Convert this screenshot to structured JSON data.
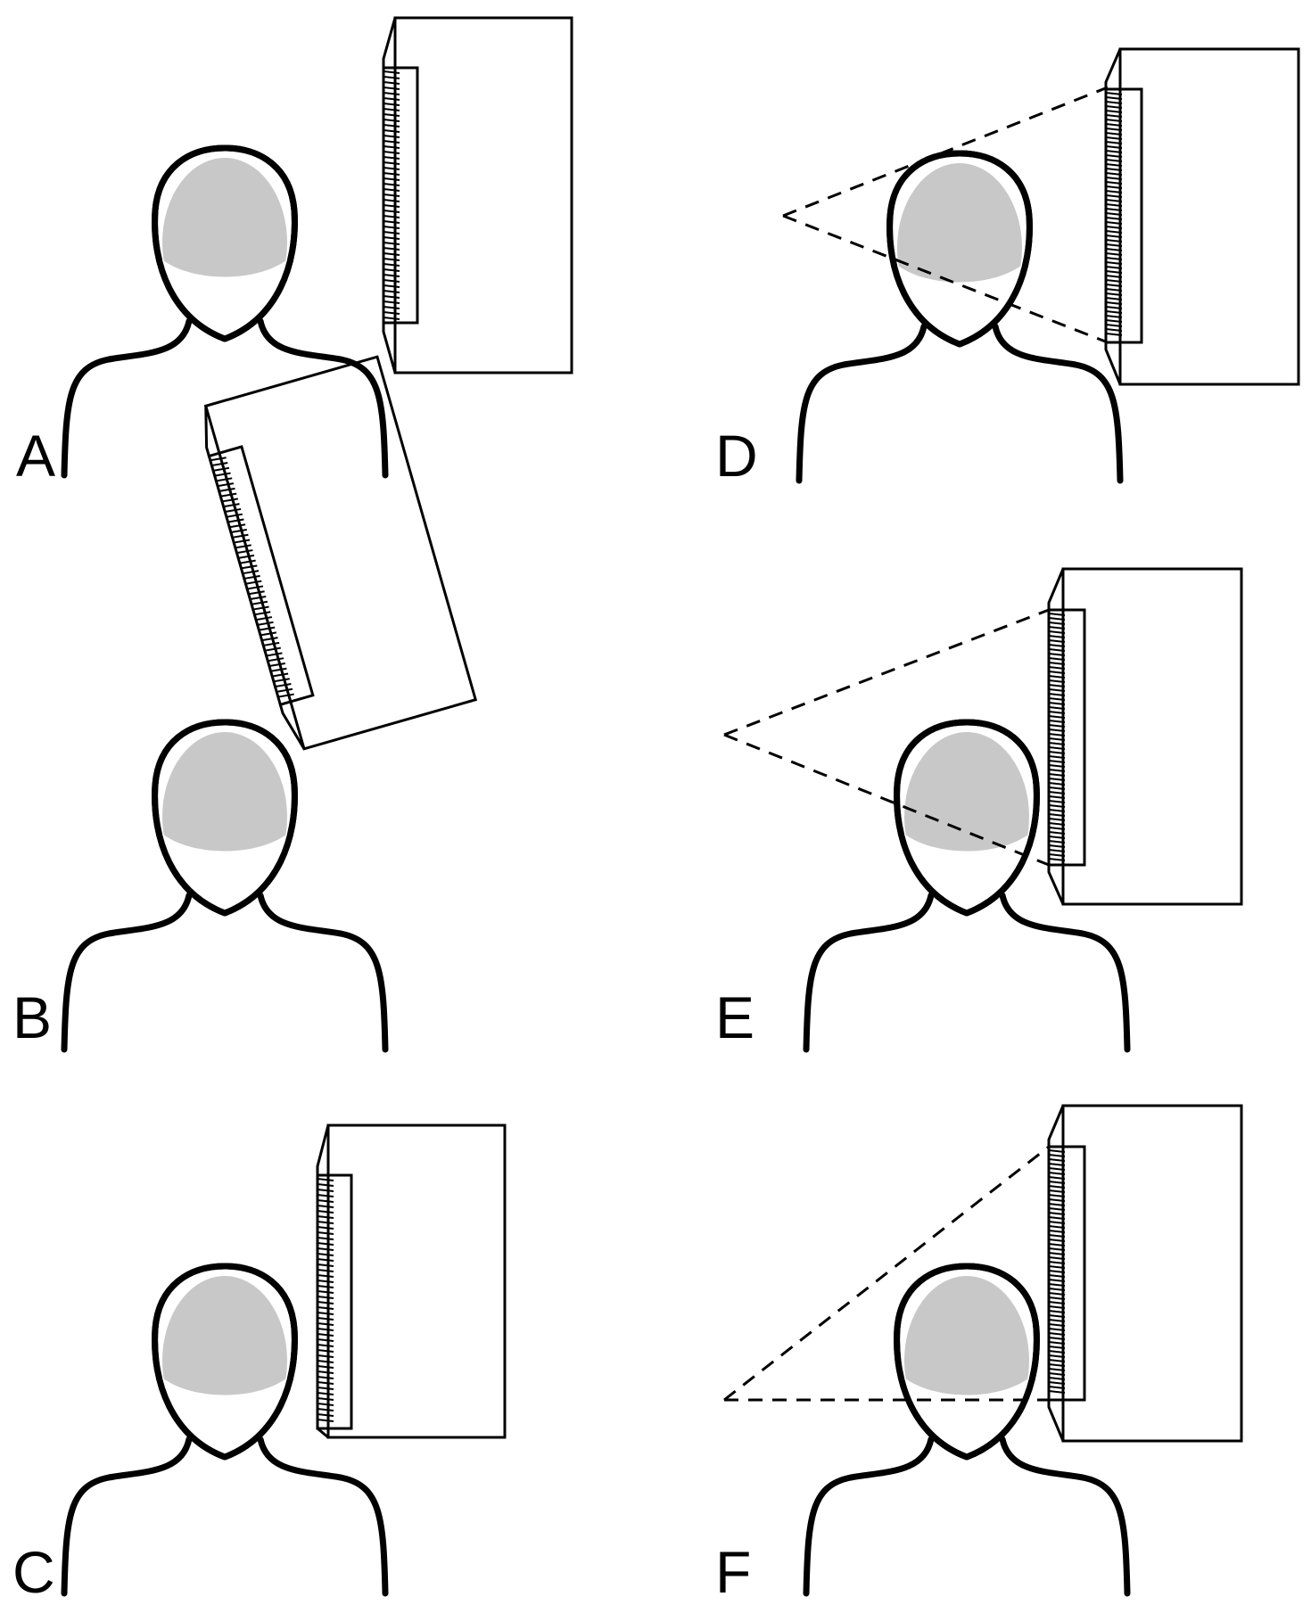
{
  "panels": [
    {
      "id": "A",
      "label": "A",
      "detector": "flat",
      "beam": false
    },
    {
      "id": "B",
      "label": "B",
      "detector": "tilted",
      "beam": false
    },
    {
      "id": "C",
      "label": "C",
      "detector": "flat",
      "beam": false
    },
    {
      "id": "D",
      "label": "D",
      "detector": "flat",
      "beam": "centered"
    },
    {
      "id": "E",
      "label": "E",
      "detector": "flat",
      "beam": "centered"
    },
    {
      "id": "F",
      "label": "F",
      "detector": "flat",
      "beam": "offset"
    }
  ],
  "colors": {
    "line": "#000000",
    "brain": "#c8c8c8",
    "background": "#ffffff"
  }
}
